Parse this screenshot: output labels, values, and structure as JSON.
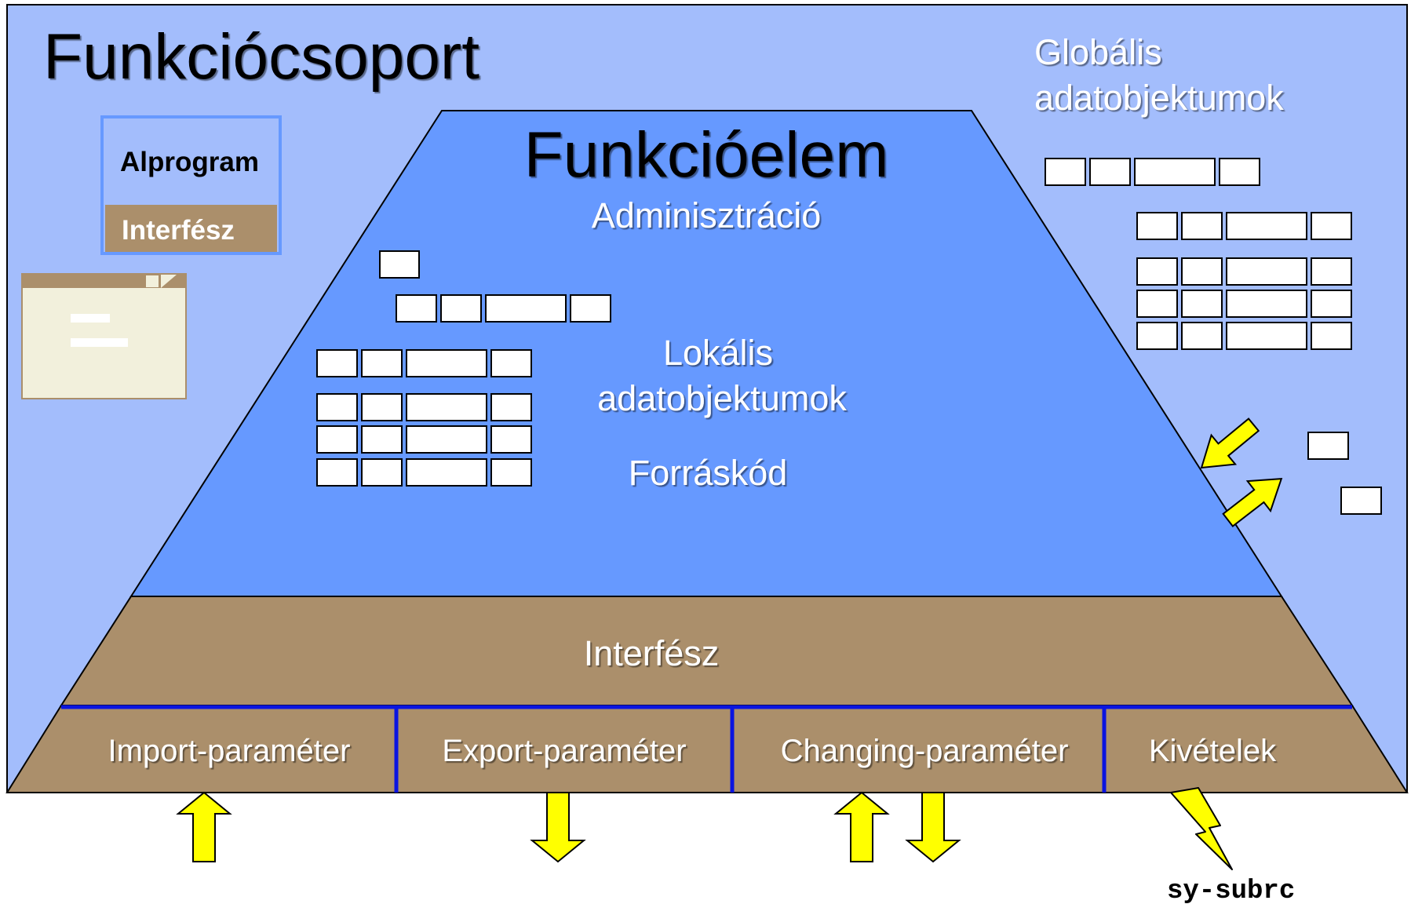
{
  "title": "Funkciócsoport",
  "global_label_line1": "Globális",
  "global_label_line2": "adatobjektumok",
  "subprogram": {
    "title": "Alprogram",
    "interface": "Interfész"
  },
  "function_module": {
    "title": "Funkcióelem",
    "admin": "Adminisztráció",
    "local_line1": "Lokális",
    "local_line2": "adatobjektumok",
    "source": "Forráskód",
    "interface": "Interfész"
  },
  "parameters": {
    "import": "Import-paraméter",
    "export": "Export-paraméter",
    "changing": "Changing-paraméter",
    "exceptions": "Kivételek"
  },
  "return_code": "sy-subrc",
  "colors": {
    "group_bg": "#a3bdfc",
    "module_bg": "#6699ff",
    "interface_brown": "#ab8f6b",
    "divider_blue": "#0a14e0",
    "arrow_yellow": "#ffff00",
    "document_bg": "#f2f0dc"
  }
}
